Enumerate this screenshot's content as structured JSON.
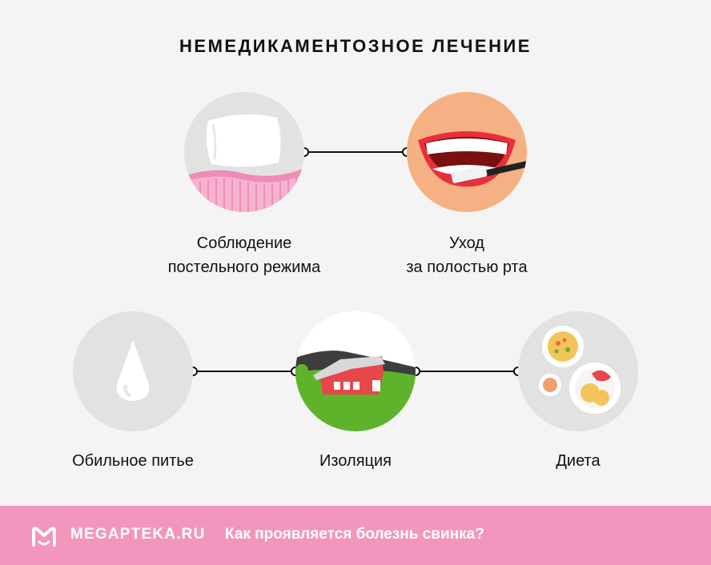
{
  "title": "НЕМЕДИКАМЕНТОЗНОЕ ЛЕЧЕНИЕ",
  "items": [
    {
      "label_line1": "Соблюдение",
      "label_line2": "постельного режима",
      "icon": "pillow-icon"
    },
    {
      "label_line1": "Уход",
      "label_line2": "за полостью рта",
      "icon": "toothbrush-smile-icon"
    },
    {
      "label_line1": "Обильное питье",
      "label_line2": "",
      "icon": "water-drop-icon"
    },
    {
      "label_line1": "Изоляция",
      "label_line2": "",
      "icon": "house-icon"
    },
    {
      "label_line1": "Диета",
      "label_line2": "",
      "icon": "food-plates-icon"
    }
  ],
  "footer": {
    "brand": "MEGAPTEKA.RU",
    "article_title": "Как проявляется болезнь свинка?",
    "logo_icon": "megapteka-logo-icon"
  },
  "colors": {
    "background": "#f4f4f4",
    "footer": "#f296bd",
    "circle_gray": "#e2e2e2",
    "peach": "#f5b184",
    "pink": "#f08bb7",
    "grass": "#5fb32b",
    "house_red": "#e8474a"
  }
}
